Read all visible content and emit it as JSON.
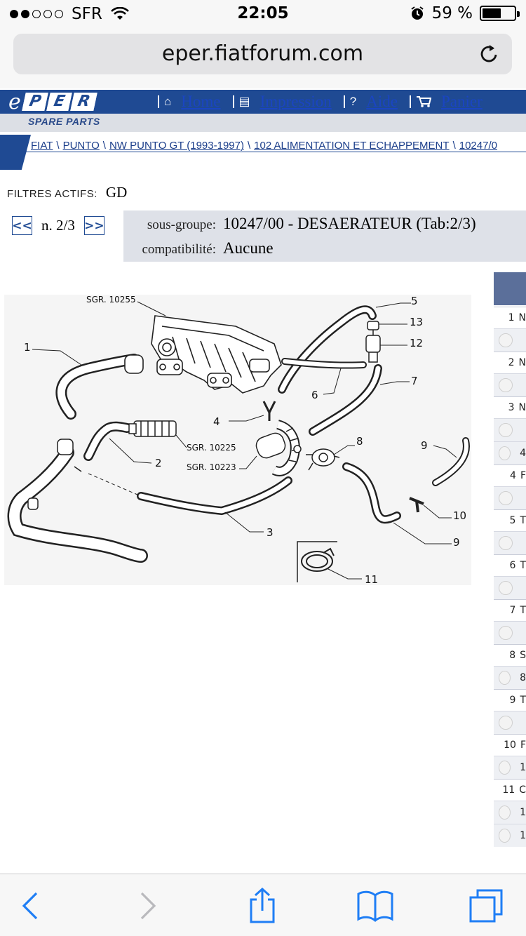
{
  "status_bar": {
    "carrier": "SFR",
    "time": "22:05",
    "battery": "59 %",
    "battery_level": 0.59
  },
  "browser": {
    "url": "eper.fiatforum.com"
  },
  "eper": {
    "logo_e": "e",
    "logo_letters": [
      "P",
      "E",
      "R"
    ],
    "tagline": "SPARE PARTS",
    "nav": {
      "home": "Home",
      "print": "Impression",
      "help_icon": "?",
      "help": "Aide",
      "cart": "Panier"
    },
    "breadcrumb": [
      "FIAT",
      "PUNTO",
      "NW PUNTO GT (1993-1997)",
      "102 ALIMENTATION ET ECHAPPEMENT",
      "10247/0"
    ],
    "breadcrumb_separator": "\\"
  },
  "filters": {
    "label": "FILTRES ACTIFS:",
    "value": "GD"
  },
  "pager": {
    "prev": "<<",
    "label": "n. 2/3",
    "next": ">>"
  },
  "info": {
    "subgroup_label": "sous-groupe:",
    "subgroup_value": "10247/00 - DESAERATEUR (Tab:2/3)",
    "compat_label": "compatibilité:",
    "compat_value": "Aucune"
  },
  "diagram": {
    "labels": {
      "sgr_10255": "SGR. 10255",
      "sgr_10225": "SGR. 10225",
      "sgr_10223": "SGR. 10223",
      "n1": "1",
      "n2": "2",
      "n3": "3",
      "n4": "4",
      "n5": "5",
      "n6": "6",
      "n7": "7",
      "n8": "8",
      "n9a": "9",
      "n9b": "9",
      "n10": "10",
      "n11": "11",
      "n12": "12",
      "n13": "13"
    }
  },
  "parts_table": {
    "rows": [
      {
        "num": "1",
        "text": "N",
        "lines": [
          ""
        ]
      },
      {
        "num": "2",
        "text": "N",
        "lines": [
          ""
        ]
      },
      {
        "num": "3",
        "text": "N",
        "lines": [
          "",
          "4"
        ]
      },
      {
        "num": "4",
        "text": "F",
        "lines": [
          ""
        ]
      },
      {
        "num": "5",
        "text": "T",
        "lines": [
          ""
        ]
      },
      {
        "num": "6",
        "text": "T",
        "lines": [
          ""
        ]
      },
      {
        "num": "7",
        "text": "T",
        "lines": [
          ""
        ]
      },
      {
        "num": "8",
        "text": "S",
        "lines": [
          "8"
        ]
      },
      {
        "num": "9",
        "text": "T",
        "lines": [
          ""
        ]
      },
      {
        "num": "10",
        "text": "F",
        "lines": [
          "1"
        ]
      },
      {
        "num": "11",
        "text": "C",
        "lines": [
          "1",
          "1"
        ]
      }
    ]
  }
}
